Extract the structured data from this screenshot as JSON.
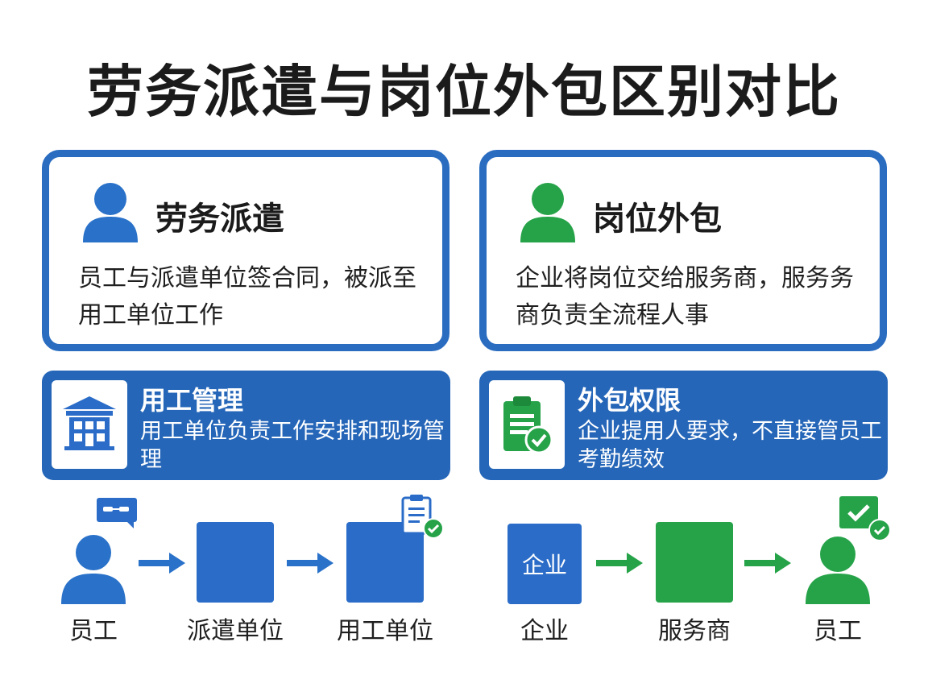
{
  "title": "劳务派遣与岗位外包区别对比",
  "left_card": {
    "title": "劳务派遣",
    "desc": "员工与派遣单位签合同，被派至用工单位工作"
  },
  "right_card": {
    "title": "岗位外包",
    "desc": "企业将岗位交给服务商，服务务商负责全流程人事"
  },
  "left_feature": {
    "title": "用工管理",
    "desc": "用工单位负责工作安排和现场管理"
  },
  "right_feature": {
    "title": "外包权限",
    "desc": "企业提用人要求，不直接管员工考勤绩效"
  },
  "left_flow": {
    "labels": [
      "员工",
      "派遣单位",
      "用工单位"
    ]
  },
  "right_flow": {
    "labels": [
      "企业",
      "服务商",
      "员工"
    ],
    "box_text": "企业"
  },
  "colors": {
    "blue": "#2a6cc8",
    "green": "#26a349",
    "dark_blue": "#2566b8"
  }
}
